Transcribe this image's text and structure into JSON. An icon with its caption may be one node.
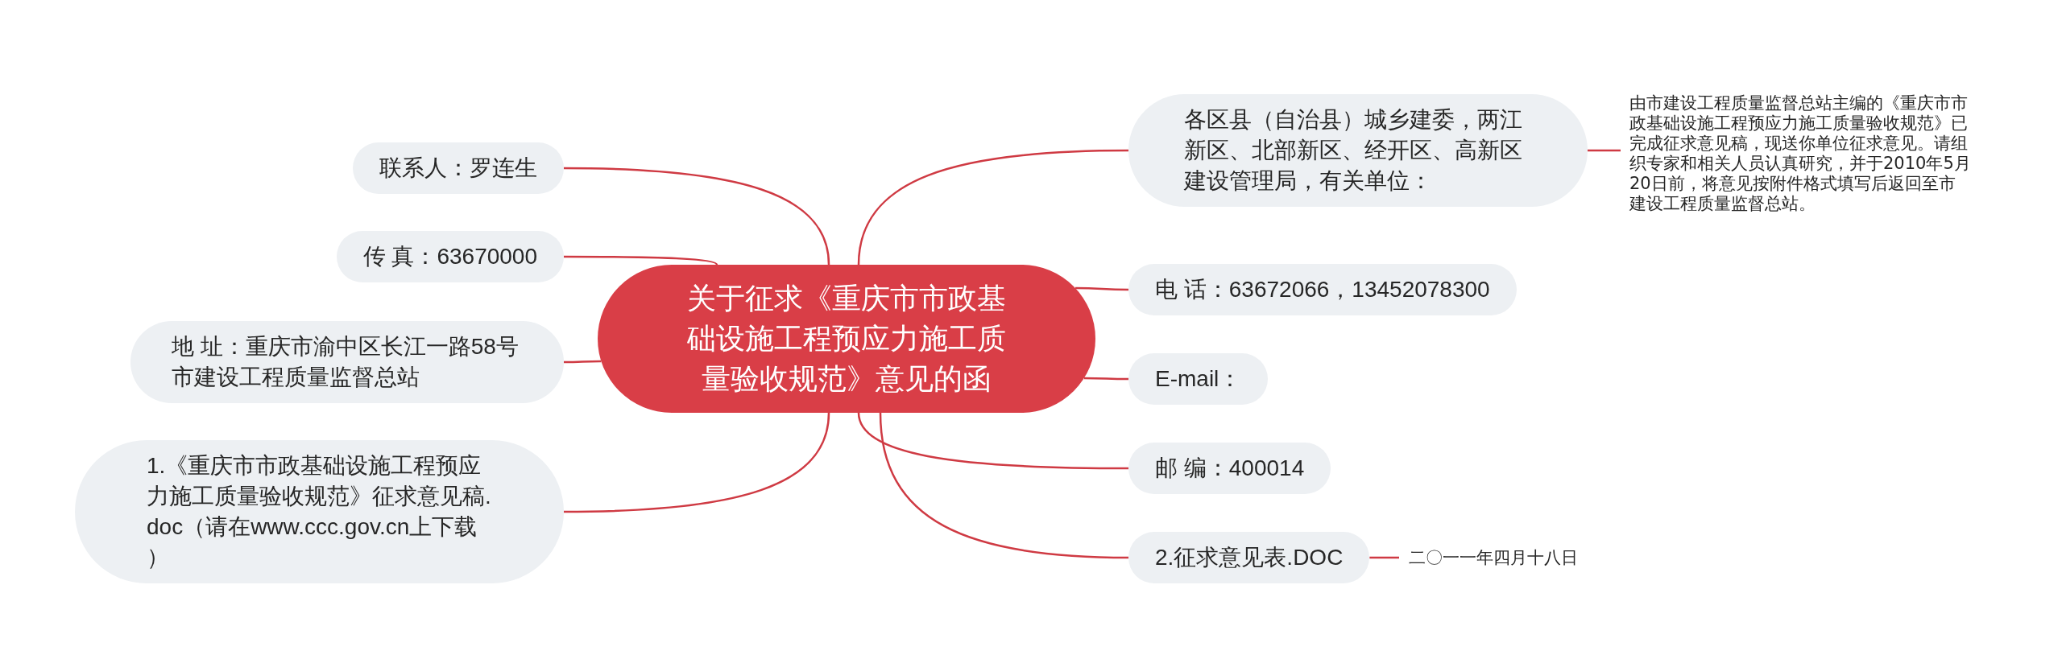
{
  "diagram": {
    "nodes": [
      {
        "text": [
          "关于征求《重庆市市政基础设施工程预应力施工质量验收规范》意见的函"
        ]
      },
      {
        "text": [
          "联系人：罗连生"
        ]
      },
      {
        "text": [
          "传 真：63670000"
        ]
      },
      {
        "text": [
          "地 址：重庆市渝中区长江一路58号市建设工程质量监督总站"
        ]
      },
      {
        "text": [
          "1.《重庆市市政基础设施工程预应力施工质量验收规范》征求意见稿.doc（请在www.ccc.gov.cn上下载）"
        ]
      },
      {
        "text": [
          "各区县（自治县）城乡建委，两江新区、北部新区、经开区、高新区建设管理局，有关单位："
        ]
      },
      {
        "text": [
          "由市建设工程质量监督总站主编的《重庆市市政基础设施工程预应力施工质量验收规范》已完成征求意见稿，现送你单位征求意见。请组织专家和相关人员认真研究，并于2010年5月20日前，将意见按附件格式填写后返回至市建设工程质量监督总站。"
        ]
      },
      {
        "text": [
          "电 话：63672066，13452078300"
        ]
      },
      {
        "text": [
          "E-mail："
        ]
      },
      {
        "text": [
          "邮 编：400014"
        ]
      },
      {
        "text": [
          "2.征求意见表.DOC"
        ]
      },
      {
        "text": [
          "二〇一一年四月十八日"
        ]
      }
    ],
    "edges": [
      {
        "from": 0,
        "to": 1,
        "arrow": "none"
      },
      {
        "from": 0,
        "to": 2,
        "arrow": "none"
      },
      {
        "from": 0,
        "to": 3,
        "arrow": "none"
      },
      {
        "from": 0,
        "to": 4,
        "arrow": "none"
      },
      {
        "from": 0,
        "to": 5,
        "arrow": "none"
      },
      {
        "from": 5,
        "to": 6,
        "arrow": "none"
      },
      {
        "from": 0,
        "to": 7,
        "arrow": "none"
      },
      {
        "from": 0,
        "to": 8,
        "arrow": "none"
      },
      {
        "from": 0,
        "to": 9,
        "arrow": "none"
      },
      {
        "from": 0,
        "to": 10,
        "arrow": "none"
      },
      {
        "from": 10,
        "to": 11,
        "arrow": "none"
      }
    ]
  }
}
